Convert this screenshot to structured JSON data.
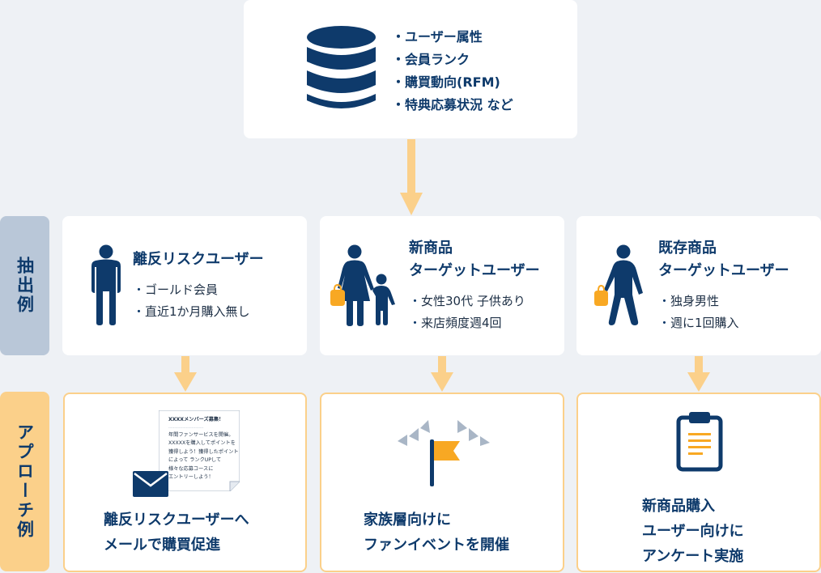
{
  "database": {
    "items": [
      "ユーザー属性",
      "会員ランク",
      "購買動向(RFM)",
      "特典応募状況 など"
    ]
  },
  "labels": {
    "extract": "抽出例",
    "approach": "アプローチ例"
  },
  "segments": [
    {
      "title_lines": [
        "離反リスクユーザー"
      ],
      "items": [
        "ゴールド会員",
        "直近1か月購入無し"
      ]
    },
    {
      "title_lines": [
        "新商品",
        "ターゲットユーザー"
      ],
      "items": [
        "女性30代 子供あり",
        "来店頻度週4回"
      ]
    },
    {
      "title_lines": [
        "既存商品",
        "ターゲットユーザー"
      ],
      "items": [
        "独身男性",
        "週に1回購入"
      ]
    }
  ],
  "approaches": [
    {
      "lines": [
        "離反リスクユーザーへ",
        "メールで購買促進"
      ]
    },
    {
      "lines": [
        "家族層向けに",
        "ファンイベントを開催"
      ]
    },
    {
      "lines": [
        "新商品購入",
        "ユーザー向けに",
        "アンケート実施"
      ]
    }
  ],
  "flyer": {
    "lines": [
      "XXXXメンバーズ募集！",
      "------------------------------",
      "年間ファンサービスを開催。",
      "XXXXXを購入してポイントを",
      "獲得しよう！獲得したポイント",
      "によって ランクUPして",
      "様々な応募コースに",
      "エントリーしよう！"
    ]
  },
  "colors": {
    "navy": "#0e3a6b",
    "orange": "#f8a823",
    "arrow": "#fbd08a",
    "gray_label": "#b9c7d8",
    "background": "#eef1f5"
  },
  "icons": [
    "database-icon",
    "person-icon",
    "mother-child-icon",
    "walking-man-icon",
    "envelope-icon",
    "flag-icon",
    "clipboard-icon"
  ]
}
